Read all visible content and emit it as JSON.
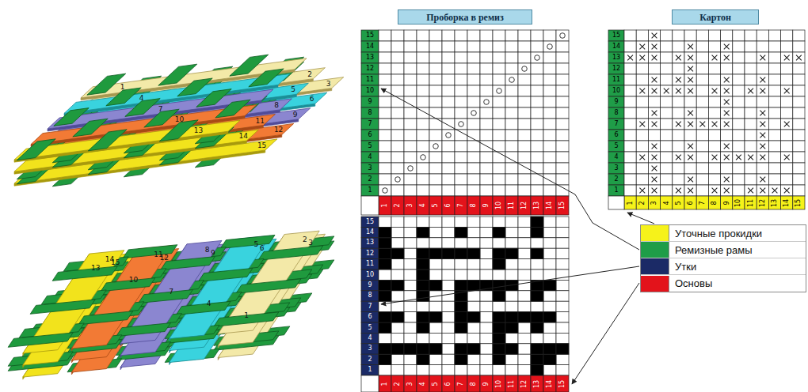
{
  "diagram": {
    "nodes": [
      {
        "text": [
          "Проборка в ремиз"
        ]
      },
      {
        "text": [
          "Картон"
        ]
      }
    ],
    "labels": [
      "15",
      "14",
      "13",
      "12",
      "11",
      "10",
      "9",
      "8",
      "7",
      "6",
      "5",
      "4",
      "3",
      "2",
      "1",
      "1",
      "2",
      "3",
      "4",
      "5",
      "6",
      "7",
      "8",
      "9",
      "10",
      "11",
      "12",
      "13",
      "14",
      "15",
      "15",
      "14",
      "13",
      "12",
      "11",
      "10",
      "9",
      "8",
      "7",
      "6",
      "5",
      "4",
      "3",
      "2",
      "1",
      "1",
      "2",
      "3",
      "4",
      "5",
      "6",
      "7",
      "8",
      "9",
      "10",
      "11",
      "12",
      "13",
      "14",
      "15",
      "15",
      "14",
      "13",
      "12",
      "11",
      "10",
      "9",
      "8",
      "7",
      "6",
      "5",
      "4",
      "3",
      "2",
      "1",
      "1",
      "2",
      "3",
      "4",
      "5",
      "6",
      "7",
      "8",
      "9",
      "10",
      "11",
      "12",
      "13",
      "14",
      "15",
      "1",
      "4",
      "7",
      "10",
      "13",
      "2",
      "5",
      "8",
      "11",
      "14",
      "3",
      "6",
      "9",
      "12",
      "15",
      "1",
      "4",
      "7",
      "10",
      "13",
      "2",
      "5",
      "8",
      "11",
      "14",
      "3",
      "6",
      "9",
      "12",
      "15"
    ],
    "legend": [
      {
        "text": "Уточные прокидки",
        "color": "#f6f21a"
      },
      {
        "text": "Ремизные рамы",
        "color": "#1f9d48"
      },
      {
        "text": "Утки",
        "color": "#1b2a66"
      },
      {
        "text": "Основы",
        "color": "#e3131b"
      }
    ]
  }
}
